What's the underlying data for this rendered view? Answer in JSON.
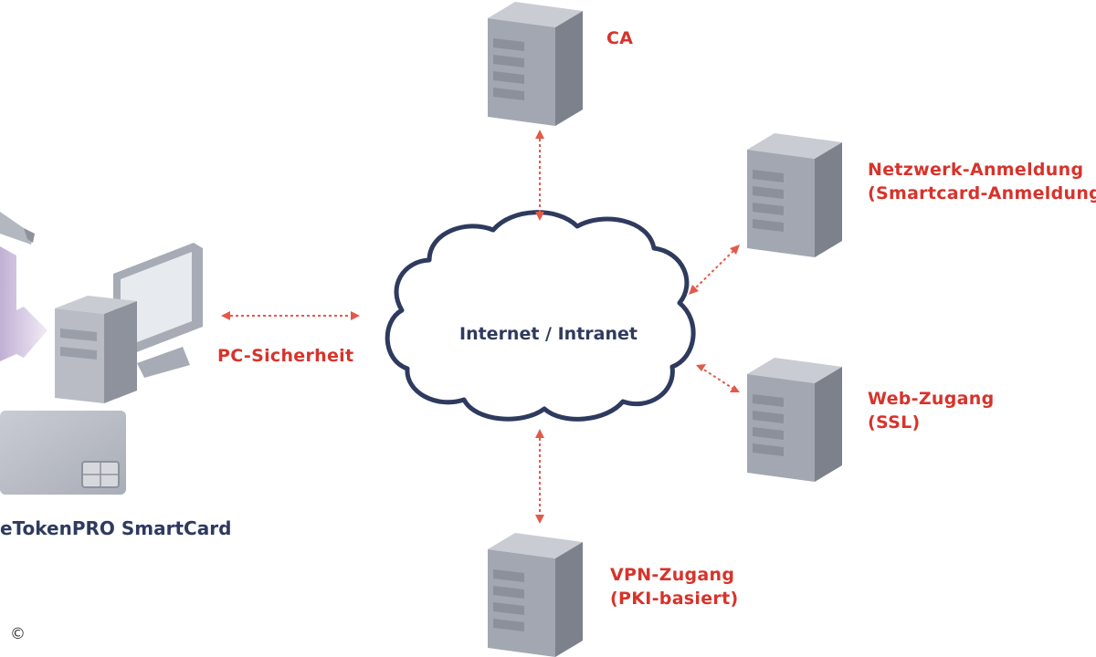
{
  "cloud_label": "Internet / Intranet",
  "product_label": "eTokenPRO SmartCard",
  "pc_label": "PC-Sicherheit",
  "servers": {
    "ca": {
      "line1": "CA"
    },
    "network": {
      "line1": "Netzwerk-Anmeldung",
      "line2": "(Smartcard-Anmeldung"
    },
    "web": {
      "line1": "Web-Zugang",
      "line2": "(SSL)"
    },
    "vpn": {
      "line1": "VPN-Zugang",
      "line2": "(PKI-basiert)"
    }
  },
  "copyright": "©",
  "colors": {
    "label_red": "#d7332b",
    "label_navy": "#2e3a5e",
    "arrow": "#e25a4a",
    "server_body": "#9ea2ac",
    "cloud_outline": "#2e3a5e"
  },
  "icons": [
    "server-icon",
    "cloud-icon",
    "computer-icon",
    "usb-token-icon",
    "smartcard-icon",
    "arrow-right-icon",
    "double-arrow-icon"
  ]
}
